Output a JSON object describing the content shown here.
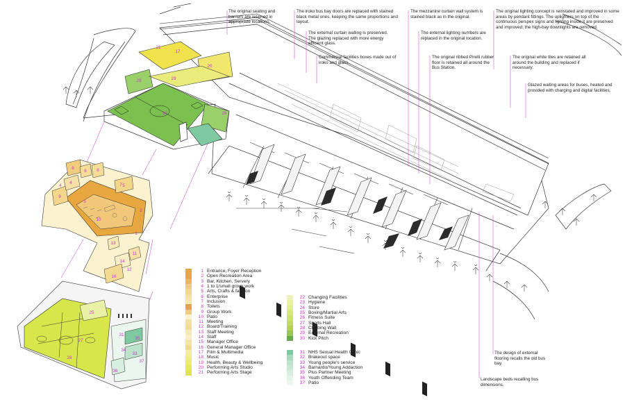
{
  "annotations": [
    {
      "id": "seating",
      "text": "The original seating and barriers are retained in appropriate locations."
    },
    {
      "id": "iroko_doors",
      "text": "The iroko bus bay doors are replaced with stained black metal ones, keeping the same proportions and layout."
    },
    {
      "id": "curtain_external",
      "text": "The external curtain walling is preserved. The glazing replaced with more energy efficient glass."
    },
    {
      "id": "commercial_boxes",
      "text": "Commercial facilities boxes made out of iroko and glass."
    },
    {
      "id": "mezzanine",
      "text": "The mezzanine curtain wall system is stained black as in the original."
    },
    {
      "id": "lighting_numbers",
      "text": "The external lighting numbers are replaced in the original location."
    },
    {
      "id": "pirelli",
      "text": "The original ribbed Pirelli rubber floor is retained all around the Bus Station."
    },
    {
      "id": "lighting_concept",
      "text": "The original lighting concept is reinstated and improved in some areas by pendant fittings. The uplighters on top of the continuous perspex signs and lighting inside it are preserved and improved; the high-bay downlights are removed."
    },
    {
      "id": "white_tiles",
      "text": "The original white tiles are retained all around the building and replaced if necessary."
    },
    {
      "id": "glazed_waiting",
      "text": "Glazed waiting areas for buses, heated and provided with charging and digital facilities."
    },
    {
      "id": "external_flooring",
      "text": "The design of external flooring recalls the old bus bay."
    },
    {
      "id": "landscape_beds",
      "text": "Landscape beds recalling bus dimensions."
    }
  ],
  "legend_groups": [
    {
      "id": "ground",
      "items": [
        {
          "n": "1",
          "label": "Entrance, Foyer Reception",
          "color": "#e5a64a"
        },
        {
          "n": "2",
          "label": "Open Recreation Area",
          "color": "#e5a64a"
        },
        {
          "n": "3",
          "label": "Bar, Kitchen, Servery",
          "color": "#e9b85e"
        },
        {
          "n": "4",
          "label": "1 to 1/small group work",
          "color": "#efcd7f"
        },
        {
          "n": "5",
          "label": "Arts, Crafts & fashion",
          "color": "#f1d88f"
        },
        {
          "n": "6",
          "label": "Enterprise",
          "color": "#f4e0a0"
        },
        {
          "n": "7",
          "label": "Inclusion",
          "color": "#f6e7b2"
        },
        {
          "n": "8",
          "label": "Toilets",
          "color": "#e3a34a"
        },
        {
          "n": "9",
          "label": "Group Work",
          "color": "#efcb82"
        },
        {
          "n": "10",
          "label": "Patio",
          "color": "#fbf2d0"
        },
        {
          "n": "11",
          "label": "Meeting",
          "color": "#f5e1a5"
        },
        {
          "n": "12",
          "label": "Board/Training",
          "color": "#f3dc98"
        },
        {
          "n": "13",
          "label": "Staff Meeting",
          "color": "#f7e8b8"
        },
        {
          "n": "14",
          "label": "Staff",
          "color": "#f9eec8"
        },
        {
          "n": "15",
          "label": "Manager Office",
          "color": "#f5e3a8"
        },
        {
          "n": "16",
          "label": "General Manager Office",
          "color": "#f2da93"
        },
        {
          "n": "17",
          "label": "Film & Multimedia",
          "color": "#f3ee9a"
        },
        {
          "n": "18",
          "label": "Music",
          "color": "#f1ec84"
        },
        {
          "n": "19",
          "label": "Health, Beauty & Wellbeing",
          "color": "#ecea6a"
        },
        {
          "n": "20",
          "label": "Performing Arts Studio",
          "color": "#e6e75a"
        },
        {
          "n": "21",
          "label": "Performing Arts Stage",
          "color": "#e1e44c"
        }
      ]
    },
    {
      "id": "sport",
      "items": [
        {
          "n": "22",
          "label": "Changing Facilities",
          "color": "#edf3b8"
        },
        {
          "n": "23",
          "label": "Hygiene",
          "color": "#e9f1a6"
        },
        {
          "n": "24",
          "label": "Store",
          "color": "#e2ed96"
        },
        {
          "n": "25",
          "label": "Boxing/Martial Arts",
          "color": "#d6e77e"
        },
        {
          "n": "26",
          "label": "Fitness Suite",
          "color": "#cce272"
        },
        {
          "n": "27",
          "label": "Sports Hall",
          "color": "#c3dc5e"
        },
        {
          "n": "28",
          "label": "Climbing Wall",
          "color": "#b6d350"
        },
        {
          "n": "29",
          "label": "External Recreation",
          "color": "#98c85c"
        },
        {
          "n": "30",
          "label": "Kick Pitch",
          "color": "#6aaa4e"
        }
      ]
    },
    {
      "id": "services",
      "items": [
        {
          "n": "31",
          "label": "NHS Sexual Health Clinic",
          "color": "#7fc9a0"
        },
        {
          "n": "32",
          "label": "Brakeout space",
          "color": "#a8dbbd"
        },
        {
          "n": "33",
          "label": "Young people's service",
          "color": "#bde3cb"
        },
        {
          "n": "34",
          "label": "Barnardo/Young Addaction",
          "color": "#c9e9d4"
        },
        {
          "n": "35",
          "label": "Plus Partner Meeting",
          "color": "#d7efdf"
        },
        {
          "n": "36",
          "label": "Youth Offending Team",
          "color": "#e3f4e8"
        },
        {
          "n": "37",
          "label": "Patio",
          "color": "#eef8f1"
        }
      ]
    }
  ],
  "room_labels": {
    "r8": "8",
    "r6a": "6",
    "r6b": "6",
    "r5": "5",
    "r4a": "4",
    "r4b": "4",
    "r9": "9",
    "r3": "3",
    "r10": "10",
    "r1": "1",
    "r13": "13",
    "r14": "14",
    "r16": "16",
    "r11": "11",
    "r12": "12",
    "r7": "7",
    "r2": "2",
    "r25": "25",
    "r27": "27",
    "r28": "28",
    "r35": "35",
    "r34": "34",
    "r33": "33",
    "r36": "36",
    "r37": "37",
    "r31": "31",
    "r30": "30",
    "r29a": "29",
    "r29b": "29",
    "r29c": "29",
    "r20": "20",
    "r21": "21",
    "r17": "17"
  },
  "colors": {
    "accent_magenta": "#cc33cc",
    "orange_zone": "#e8a63f",
    "green_pitch": "#7cc04f",
    "sports_hall": "#d7e64a",
    "clinic_green": "#7fc9a0",
    "yellow_stage": "#e9e75c",
    "line": "#333333"
  }
}
